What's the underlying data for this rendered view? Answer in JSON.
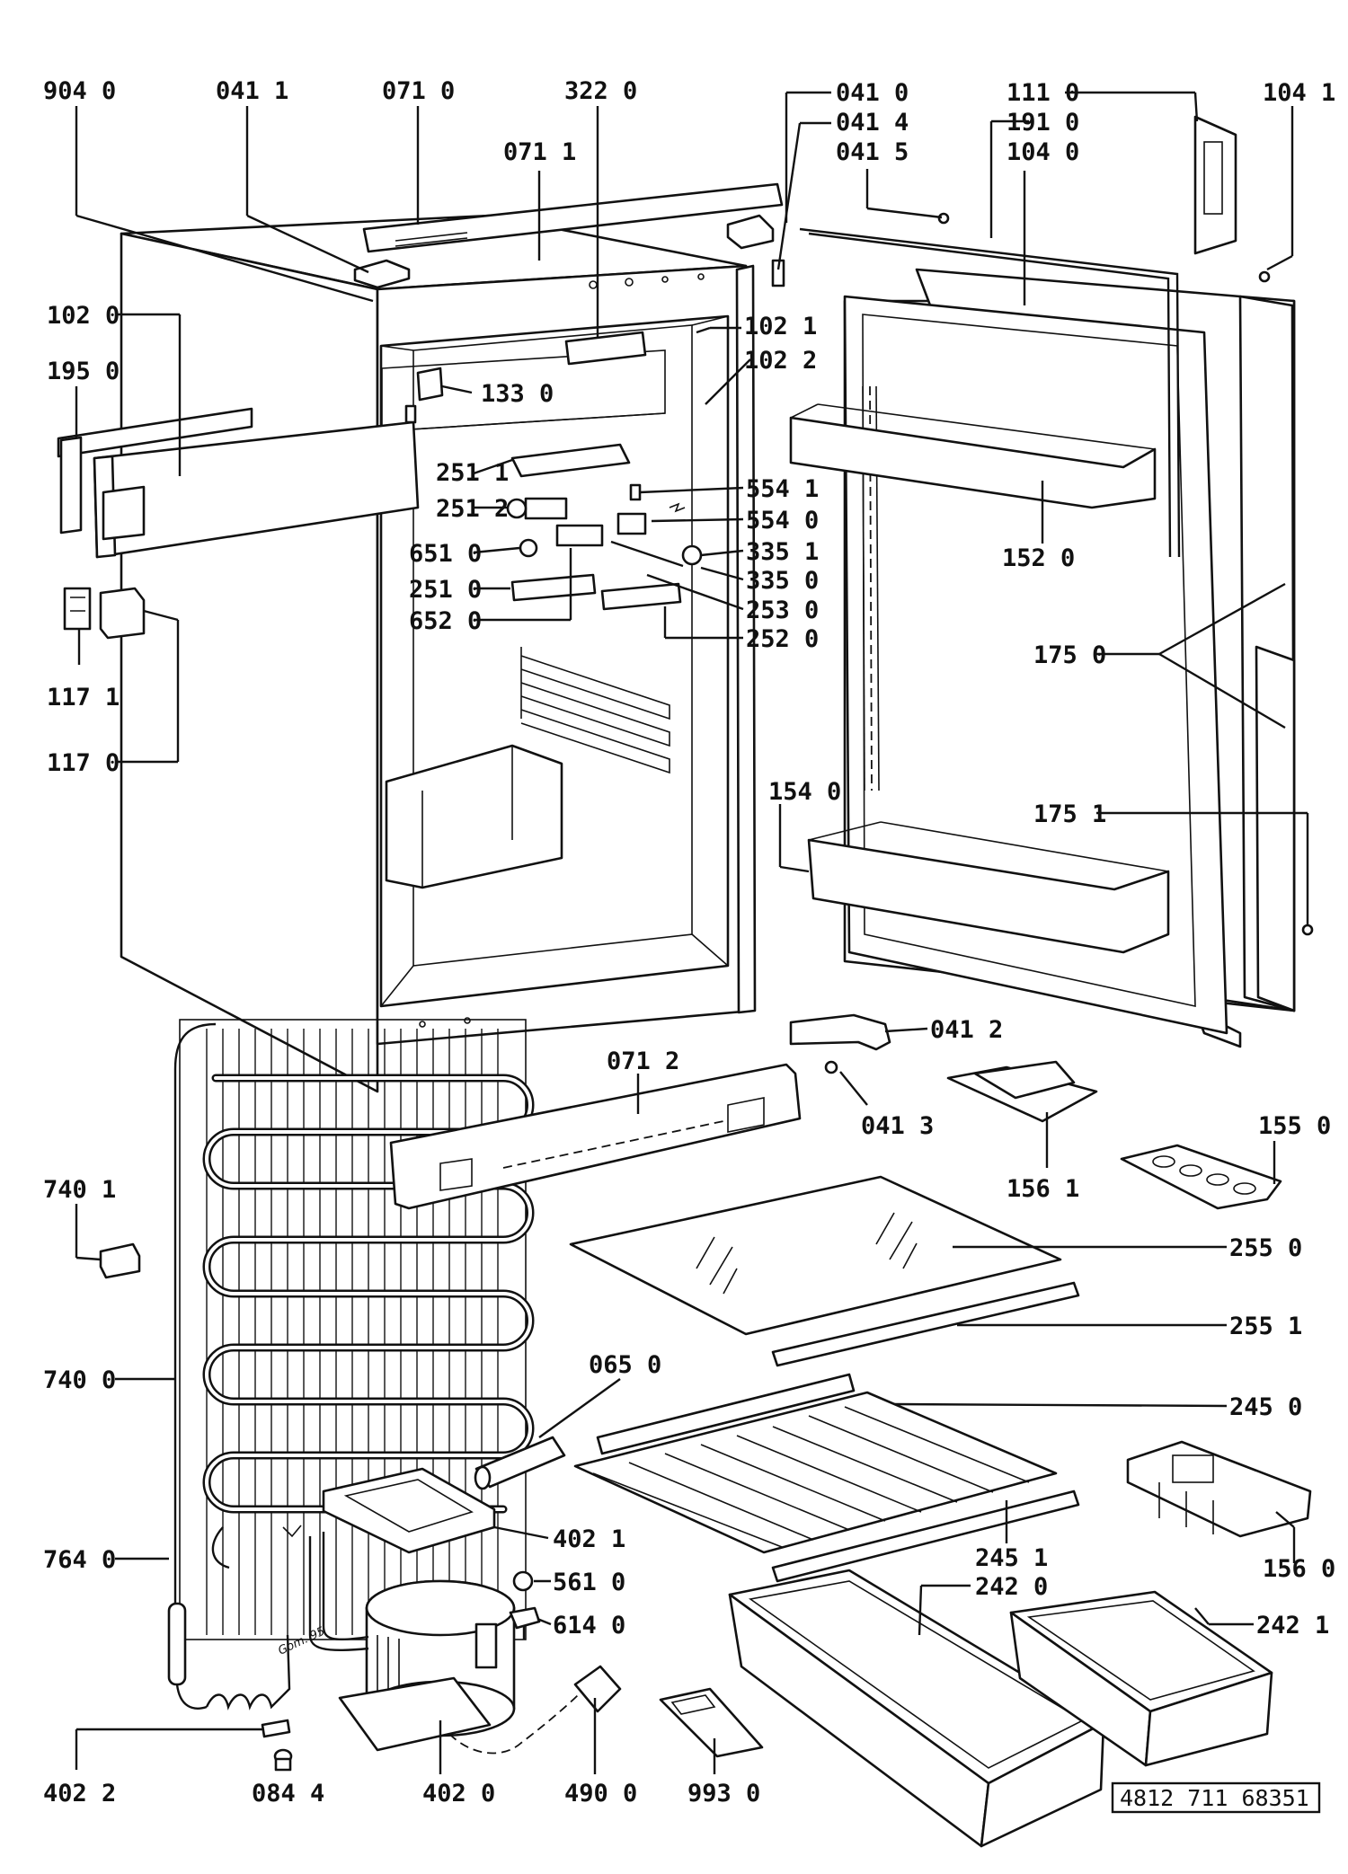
{
  "document_number": "4812 711 68351",
  "compressor_marking": "Gom. 95",
  "labels": {
    "p9040": "904 0",
    "p0411": "041 1",
    "p0710": "071 0",
    "p3220": "322 0",
    "p0711": "071 1",
    "p0410": "041 0",
    "p0414": "041 4",
    "p0415": "041 5",
    "p1110": "111 0",
    "p1910": "191 0",
    "p1040": "104 0",
    "p1041": "104 1",
    "p1020": "102 0",
    "p1950": "195 0",
    "p1021": "102 1",
    "p1022": "102 2",
    "p1330": "133 0",
    "p2511": "251 1",
    "p2512": "251 2",
    "p5541": "554 1",
    "p5540": "554 0",
    "p6510": "651 0",
    "p3351": "335 1",
    "p3350": "335 0",
    "p2510": "251 0",
    "p2530": "253 0",
    "p6520": "652 0",
    "p2520": "252 0",
    "p1520": "152 0",
    "p1750": "175 0",
    "p1171": "117 1",
    "p1170": "117 0",
    "p1540": "154 0",
    "p1751": "175 1",
    "p0412": "041 2",
    "p0712": "071 2",
    "p0413": "041 3",
    "p1561": "156 1",
    "p1550": "155 0",
    "p7401": "740 1",
    "p2550": "255 0",
    "p2551": "255 1",
    "p7400": "740 0",
    "p0650": "065 0",
    "p2450": "245 0",
    "p4021": "402 1",
    "p7640": "764 0",
    "p5610": "561 0",
    "p2451": "245 1",
    "p1560": "156 0",
    "p2420": "242 0",
    "p6140": "614 0",
    "p2421": "242 1",
    "p4022": "402 2",
    "p0844": "084 4",
    "p4020": "402 0",
    "p4900": "490 0",
    "p9930": "993 0"
  }
}
